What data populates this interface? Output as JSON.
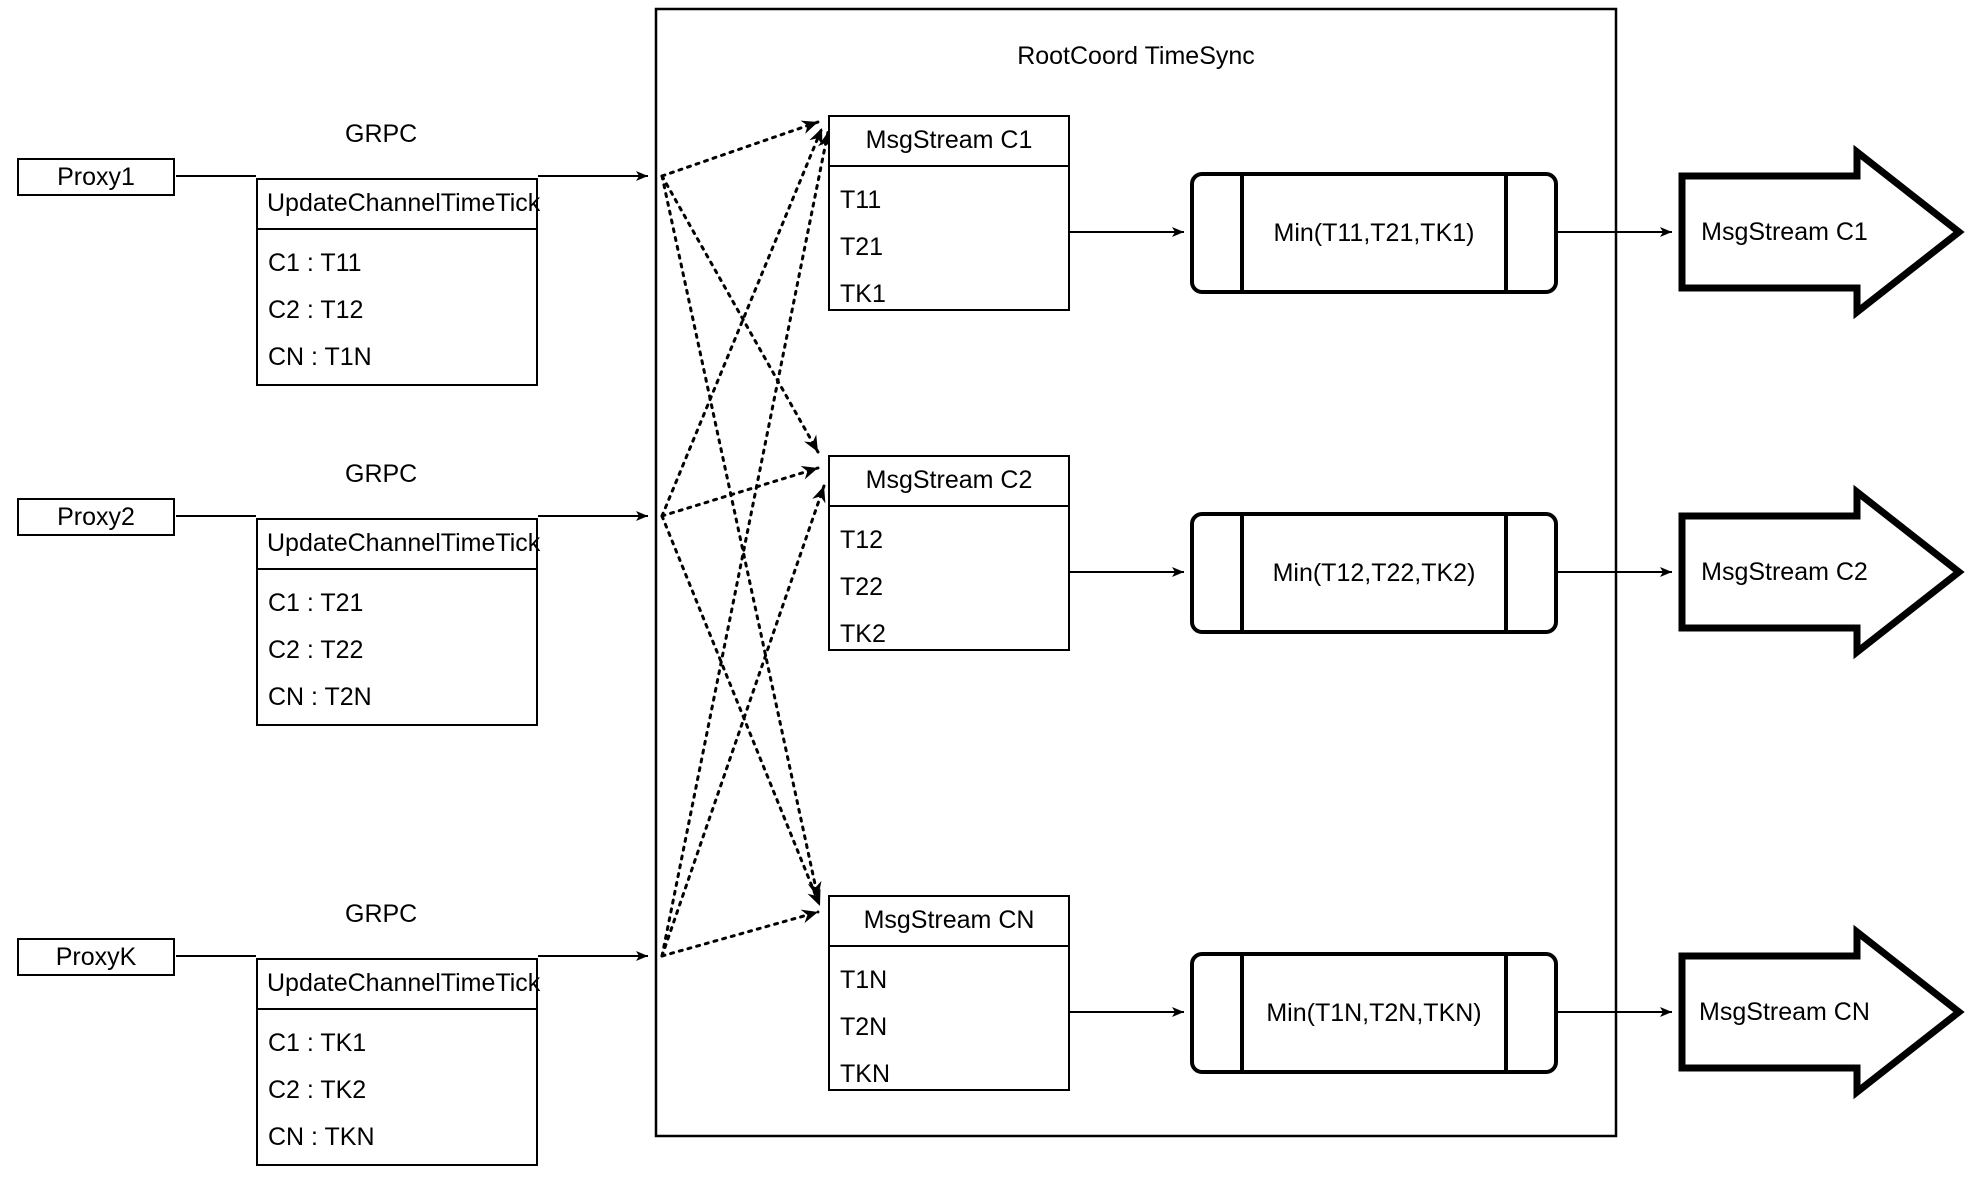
{
  "diagram": {
    "title": "RootCoord TimeSync",
    "container_label": "RootCoord TimeSync",
    "colors": {
      "stroke": "#000000",
      "background": "#ffffff",
      "text": "#000000"
    }
  },
  "proxies": [
    {
      "name": "Proxy1",
      "grpc_label": "GRPC",
      "request": {
        "title": "UpdateChannelTimeTick",
        "rows": [
          "C1 :  T11",
          "C2 :  T12",
          "CN : T1N"
        ]
      }
    },
    {
      "name": "Proxy2",
      "grpc_label": "GRPC",
      "request": {
        "title": "UpdateChannelTimeTick",
        "rows": [
          "C1 :  T21",
          "C2 :  T22",
          "CN : T2N"
        ]
      }
    },
    {
      "name": "ProxyK",
      "grpc_label": "GRPC",
      "request": {
        "title": "UpdateChannelTimeTick",
        "rows": [
          "C1 :  TK1",
          "C2 :  TK2",
          "CN : TKN"
        ]
      }
    }
  ],
  "channels": [
    {
      "msgstream": {
        "title": "MsgStream C1",
        "rows": [
          "T11",
          "T21",
          "TK1"
        ]
      },
      "min": {
        "label": "Min(T11,T21,TK1)"
      },
      "output": {
        "label": "MsgStream C1"
      }
    },
    {
      "msgstream": {
        "title": "MsgStream C2",
        "rows": [
          "T12",
          "T22",
          "TK2"
        ]
      },
      "min": {
        "label": "Min(T12,T22,TK2)"
      },
      "output": {
        "label": "MsgStream C2"
      }
    },
    {
      "msgstream": {
        "title": "MsgStream CN",
        "rows": [
          "T1N",
          "T2N",
          "TKN"
        ]
      },
      "min": {
        "label": "Min(T1N,T2N,TKN)"
      },
      "output": {
        "label": "MsgStream CN"
      }
    }
  ]
}
